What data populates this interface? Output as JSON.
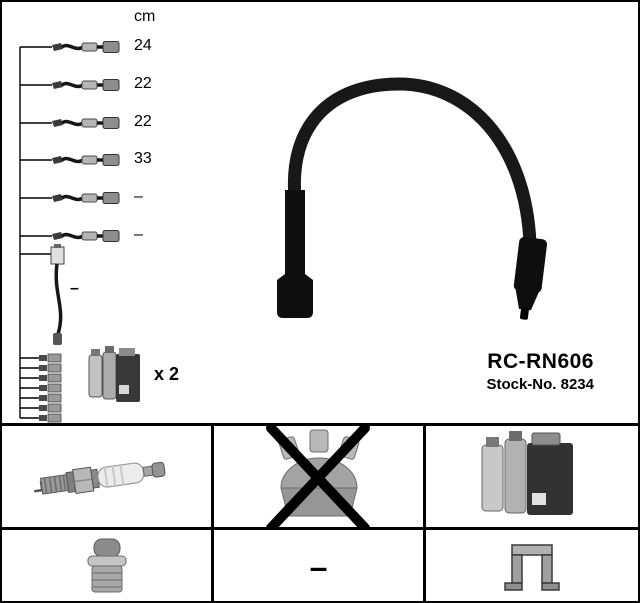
{
  "colors": {
    "frame": "#000000",
    "cable_black": "#161616",
    "metal_gray": "#a0a0a0"
  },
  "header": {
    "unit": "cm"
  },
  "wires": [
    {
      "length": "24"
    },
    {
      "length": "22"
    },
    {
      "length": "22"
    },
    {
      "length": "33"
    },
    {
      "length": "–"
    },
    {
      "length": "–"
    }
  ],
  "vertical_wire": {
    "length": "–"
  },
  "coil_note": {
    "multiplier": "x 2"
  },
  "product": {
    "code": "RC-RN606",
    "stock": "Stock-No. 8234"
  },
  "grid": {
    "dash_label": "–",
    "cells": [
      {
        "icon": "spark-plug-icon"
      },
      {
        "icon": "distributor-cap-crossed-icon"
      },
      {
        "icon": "ignition-coil-icon"
      },
      {
        "icon": "terminal-cap-icon"
      },
      {
        "icon": "dash-label"
      },
      {
        "icon": "mounting-bracket-icon"
      }
    ]
  }
}
